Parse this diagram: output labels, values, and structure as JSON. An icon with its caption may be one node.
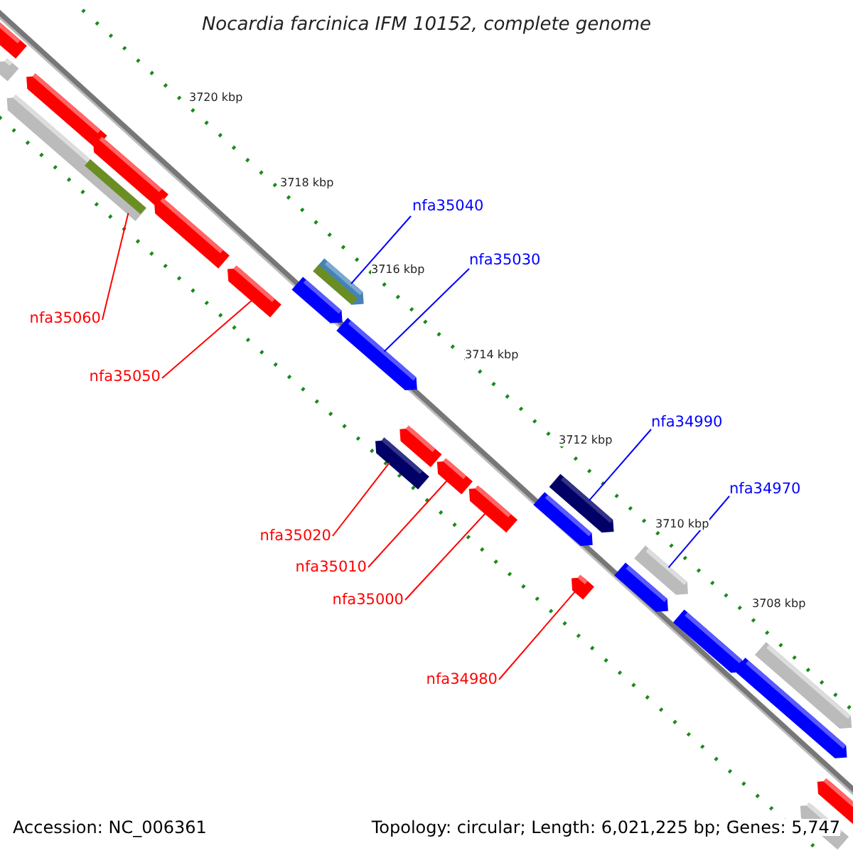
{
  "diagram": {
    "title": "Nocardia farcinica IFM 10152, complete genome",
    "nodes": [
      {
        "text": [
          "nfa35040"
        ]
      },
      {
        "text": [
          "nfa35030"
        ]
      },
      {
        "text": [
          "nfa35060"
        ]
      },
      {
        "text": [
          "nfa35050"
        ]
      },
      {
        "text": [
          "nfa34990"
        ]
      },
      {
        "text": [
          "nfa34970"
        ]
      },
      {
        "text": [
          "nfa35020"
        ]
      },
      {
        "text": [
          "nfa35010"
        ]
      },
      {
        "text": [
          "nfa35000"
        ]
      },
      {
        "text": [
          "nfa34980"
        ]
      },
      {
        "text": [],
        "shape": "bar"
      },
      {
        "text": [],
        "shape": "bar"
      },
      {
        "text": [],
        "shape": "bar"
      },
      {
        "text": [],
        "shape": "bar"
      },
      {
        "text": [],
        "shape": "bar"
      },
      {
        "text": [],
        "shape": "bar"
      },
      {
        "text": [],
        "shape": "bar"
      },
      {
        "text": [],
        "shape": "bar"
      },
      {
        "text": [],
        "shape": "bar"
      },
      {
        "text": [],
        "shape": "bar"
      },
      {
        "text": [],
        "shape": "bar"
      },
      {
        "text": [],
        "shape": "bar"
      },
      {
        "text": [],
        "shape": "bar"
      },
      {
        "text": [],
        "shape": "bar"
      },
      {
        "text": [],
        "shape": "bar"
      },
      {
        "text": [],
        "shape": "bar"
      },
      {
        "text": [],
        "shape": "bar"
      },
      {
        "text": [],
        "shape": "bar"
      },
      {
        "text": [],
        "shape": "bar"
      },
      {
        "text": [],
        "shape": "bar"
      },
      {
        "text": [],
        "shape": "bar"
      },
      {
        "text": [],
        "shape": "bar"
      },
      {
        "text": [],
        "shape": "bar"
      },
      {
        "text": [],
        "shape": "bar"
      }
    ],
    "edges": [
      {
        "from": 0,
        "to": 17,
        "arrow": "none",
        "color": "#0000ff"
      },
      {
        "from": 1,
        "to": 19,
        "arrow": "none",
        "color": "#0000ff"
      },
      {
        "from": 2,
        "to": 13,
        "arrow": "none",
        "color": "#ff0000"
      },
      {
        "from": 3,
        "to": 16,
        "arrow": "none",
        "color": "#ff0000"
      },
      {
        "from": 4,
        "to": 23,
        "arrow": "none",
        "color": "#0000ff"
      },
      {
        "from": 5,
        "to": 26,
        "arrow": "none",
        "color": "#0000ff"
      },
      {
        "from": 6,
        "to": 21,
        "arrow": "none",
        "color": "#ff0000"
      },
      {
        "from": 7,
        "to": 22,
        "arrow": "none",
        "color": "#ff0000"
      },
      {
        "from": 8,
        "to": 24,
        "arrow": "none",
        "color": "#ff0000"
      },
      {
        "from": 9,
        "to": 27,
        "arrow": "none",
        "color": "#ff0000"
      }
    ],
    "labels": [
      "3720 kbp",
      "3718 kbp",
      "3716 kbp",
      "3714 kbp",
      "3712 kbp",
      "3710 kbp",
      "3708 kbp",
      "Accession: NC_006361",
      "Topology: circular; Length: 6,021,225 bp; Genes: 5,747"
    ]
  }
}
